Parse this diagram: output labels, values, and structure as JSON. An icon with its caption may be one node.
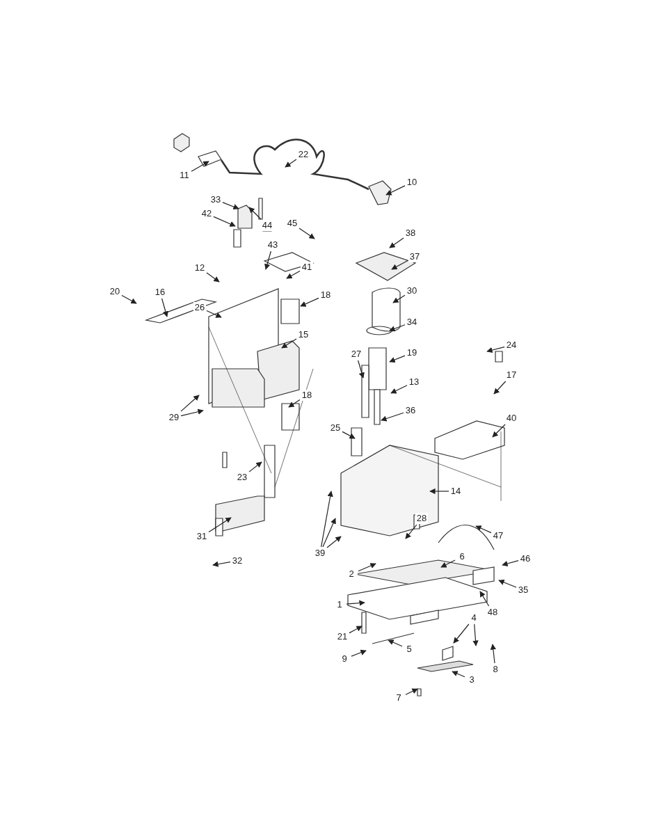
{
  "diagram": {
    "nodes": [
      {
        "text": [
          "22"
        ]
      },
      {
        "text": [
          "11"
        ]
      },
      {
        "text": [
          "10"
        ]
      },
      {
        "text": [
          "33"
        ]
      },
      {
        "text": [
          "42"
        ]
      },
      {
        "text": [
          "45"
        ]
      },
      {
        "text": [
          "44"
        ]
      },
      {
        "text": [
          "38"
        ]
      },
      {
        "text": [
          "43"
        ]
      },
      {
        "text": [
          "37"
        ]
      },
      {
        "text": [
          "41"
        ]
      },
      {
        "text": [
          "12"
        ]
      },
      {
        "text": [
          "30"
        ]
      },
      {
        "text": [
          "20"
        ]
      },
      {
        "text": [
          "16"
        ]
      },
      {
        "text": [
          "18"
        ]
      },
      {
        "text": [
          "26"
        ]
      },
      {
        "text": [
          "34"
        ]
      },
      {
        "text": [
          "15"
        ]
      },
      {
        "text": [
          "24"
        ]
      },
      {
        "text": [
          "19"
        ]
      },
      {
        "text": [
          "27"
        ]
      },
      {
        "text": [
          "17"
        ]
      },
      {
        "text": [
          "13"
        ]
      },
      {
        "text": [
          "18"
        ]
      },
      {
        "text": [
          "36"
        ]
      },
      {
        "text": [
          "29"
        ]
      },
      {
        "text": [
          "40"
        ]
      },
      {
        "text": [
          "25"
        ]
      },
      {
        "text": [
          "23"
        ]
      },
      {
        "text": [
          "14"
        ]
      },
      {
        "text": [
          "28"
        ]
      },
      {
        "text": [
          "31"
        ]
      },
      {
        "text": [
          "47"
        ]
      },
      {
        "text": [
          "6"
        ]
      },
      {
        "text": [
          "39"
        ]
      },
      {
        "text": [
          "46"
        ]
      },
      {
        "text": [
          "32"
        ]
      },
      {
        "text": [
          "2"
        ]
      },
      {
        "text": [
          "35"
        ]
      },
      {
        "text": [
          "1"
        ]
      },
      {
        "text": [
          "4"
        ]
      },
      {
        "text": [
          "48"
        ]
      },
      {
        "text": [
          "21"
        ]
      },
      {
        "text": [
          "5"
        ]
      },
      {
        "text": [
          "9"
        ]
      },
      {
        "text": [
          "8"
        ]
      },
      {
        "text": [
          "3"
        ]
      },
      {
        "text": [
          "7"
        ]
      }
    ],
    "edges": [
      {
        "from": 0,
        "to": null,
        "arrow": "to"
      },
      {
        "from": 1,
        "to": null,
        "arrow": "to"
      },
      {
        "from": 2,
        "to": null,
        "arrow": "to"
      },
      {
        "from": 3,
        "to": null,
        "arrow": "to"
      },
      {
        "from": 4,
        "to": null,
        "arrow": "to"
      },
      {
        "from": 5,
        "to": null,
        "arrow": "to"
      },
      {
        "from": 6,
        "to": null,
        "arrow": "to"
      },
      {
        "from": 7,
        "to": null,
        "arrow": "to"
      },
      {
        "from": 8,
        "to": null,
        "arrow": "to"
      },
      {
        "from": 9,
        "to": null,
        "arrow": "to"
      },
      {
        "from": 10,
        "to": null,
        "arrow": "to"
      },
      {
        "from": 11,
        "to": null,
        "arrow": "to"
      },
      {
        "from": 12,
        "to": null,
        "arrow": "to"
      },
      {
        "from": 13,
        "to": null,
        "arrow": "to"
      },
      {
        "from": 14,
        "to": null,
        "arrow": "to"
      },
      {
        "from": 15,
        "to": null,
        "arrow": "to"
      },
      {
        "from": 16,
        "to": null,
        "arrow": "to"
      },
      {
        "from": 17,
        "to": null,
        "arrow": "to"
      },
      {
        "from": 18,
        "to": null,
        "arrow": "to"
      },
      {
        "from": 19,
        "to": null,
        "arrow": "to"
      },
      {
        "from": 20,
        "to": null,
        "arrow": "to"
      },
      {
        "from": 21,
        "to": null,
        "arrow": "to"
      },
      {
        "from": 22,
        "to": null,
        "arrow": "to"
      },
      {
        "from": 23,
        "to": null,
        "arrow": "to"
      },
      {
        "from": 24,
        "to": null,
        "arrow": "to"
      },
      {
        "from": 25,
        "to": null,
        "arrow": "to"
      },
      {
        "from": 26,
        "to": null,
        "arrow": "to"
      },
      {
        "from": 26,
        "to": null,
        "arrow": "to"
      },
      {
        "from": 27,
        "to": null,
        "arrow": "to"
      },
      {
        "from": 28,
        "to": null,
        "arrow": "to"
      },
      {
        "from": 29,
        "to": null,
        "arrow": "to"
      },
      {
        "from": 30,
        "to": null,
        "arrow": "to"
      },
      {
        "from": 31,
        "to": null,
        "arrow": "to"
      },
      {
        "from": 32,
        "to": null,
        "arrow": "to"
      },
      {
        "from": 33,
        "to": null,
        "arrow": "to"
      },
      {
        "from": 34,
        "to": null,
        "arrow": "to"
      },
      {
        "from": 35,
        "to": null,
        "arrow": "to"
      },
      {
        "from": 35,
        "to": null,
        "arrow": "to"
      },
      {
        "from": 35,
        "to": null,
        "arrow": "to"
      },
      {
        "from": 36,
        "to": null,
        "arrow": "to"
      },
      {
        "from": 37,
        "to": null,
        "arrow": "to"
      },
      {
        "from": 38,
        "to": null,
        "arrow": "to"
      },
      {
        "from": 39,
        "to": null,
        "arrow": "to"
      },
      {
        "from": 40,
        "to": null,
        "arrow": "to"
      },
      {
        "from": 41,
        "to": null,
        "arrow": "to"
      },
      {
        "from": 41,
        "to": null,
        "arrow": "to"
      },
      {
        "from": 42,
        "to": null,
        "arrow": "to"
      },
      {
        "from": 43,
        "to": null,
        "arrow": "to"
      },
      {
        "from": 44,
        "to": null,
        "arrow": "to"
      },
      {
        "from": 45,
        "to": null,
        "arrow": "to"
      },
      {
        "from": 46,
        "to": null,
        "arrow": "to"
      },
      {
        "from": 47,
        "to": null,
        "arrow": "to"
      },
      {
        "from": 48,
        "to": null,
        "arrow": "to"
      }
    ]
  }
}
